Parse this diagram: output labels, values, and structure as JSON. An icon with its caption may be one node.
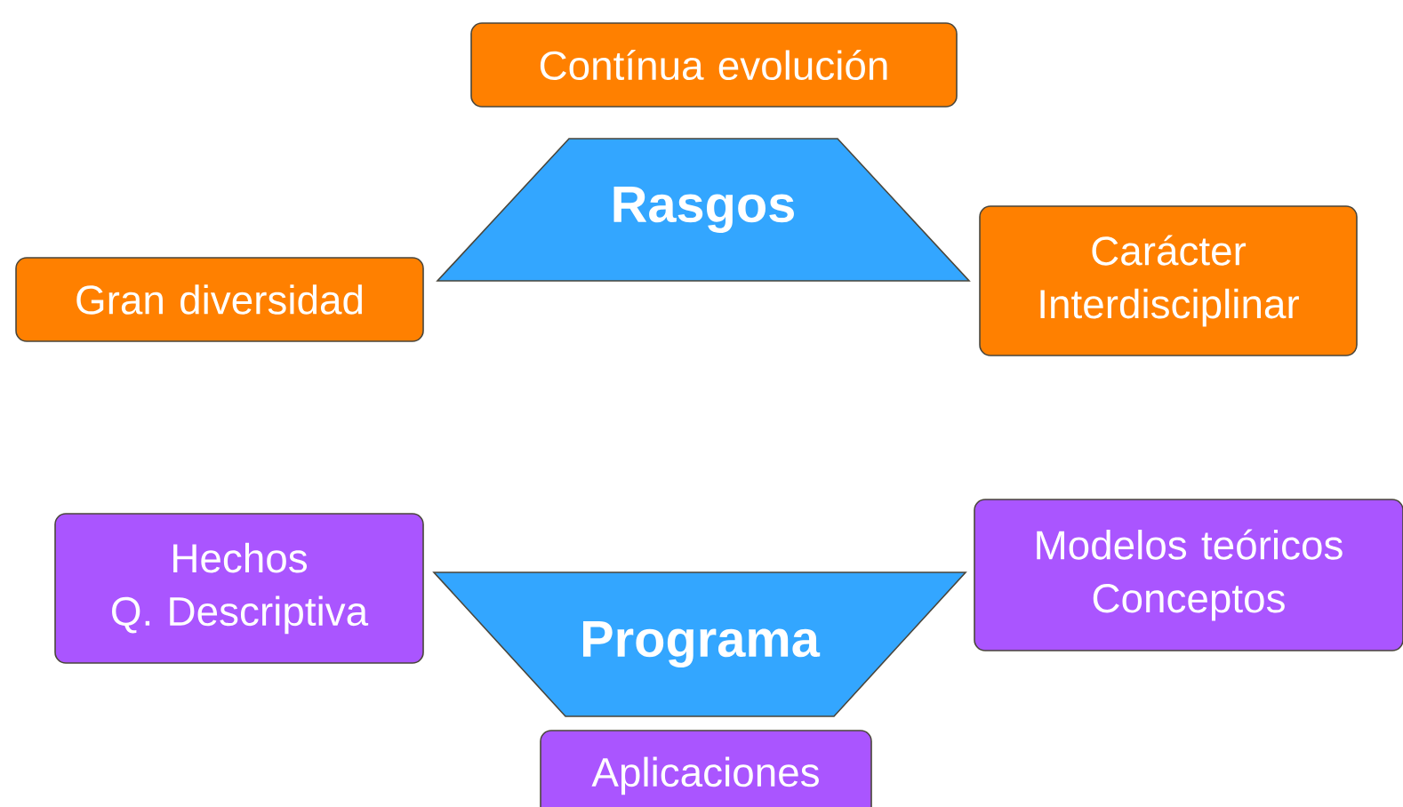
{
  "diagram": {
    "nodes": [
      {
        "text": [
          "Contínua evolución"
        ]
      },
      {
        "text": [
          "Rasgos"
        ]
      },
      {
        "text": [
          "Gran diversidad"
        ]
      },
      {
        "text": [
          "Carácter Interdisciplinar"
        ]
      },
      {
        "text": [
          "Hechos",
          "Q. Descriptiva"
        ]
      },
      {
        "text": [
          "Programa"
        ]
      },
      {
        "text": [
          "Modelos teóricos",
          "Conceptos"
        ]
      },
      {
        "text": [
          "Aplicaciones"
        ]
      }
    ]
  }
}
